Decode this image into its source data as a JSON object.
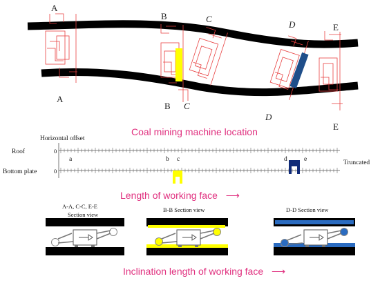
{
  "colors": {
    "seam": "#000000",
    "support": "#e84040",
    "yellow_machine": "#ffff00",
    "blue_machine": "#1f4e8a",
    "text_accent": "#e0307f",
    "roof_line": "#555555"
  },
  "top_view": {
    "title": "Coal mining machine location",
    "section_labels": {
      "a_top": "A",
      "a_bottom": "A",
      "b_top": "B",
      "b_bottom": "B",
      "c_top": "C",
      "c_bottom": "C",
      "d_top": "D",
      "d_bottom": "D",
      "e_top": "E",
      "e_bottom": "E"
    }
  },
  "profile_view": {
    "horizontal_offset_label": "Horizontal offset",
    "roof_label": "Roof",
    "bottom_label": "Bottom plate",
    "truncated_label": "Truncated",
    "positions": [
      "a",
      "b",
      "c",
      "d",
      "e"
    ],
    "axis_title": "Length of working face",
    "axis_arrow": "⟶",
    "tick_zero": "0"
  },
  "section_views": {
    "left_title_line1": "A-A, C-C, E-E",
    "left_title_line2": "Section view",
    "middle_title": "B-B  Section view",
    "right_title": "D-D  Section view",
    "axis_title": "Inclination length of working face",
    "axis_arrow": "⟶"
  }
}
